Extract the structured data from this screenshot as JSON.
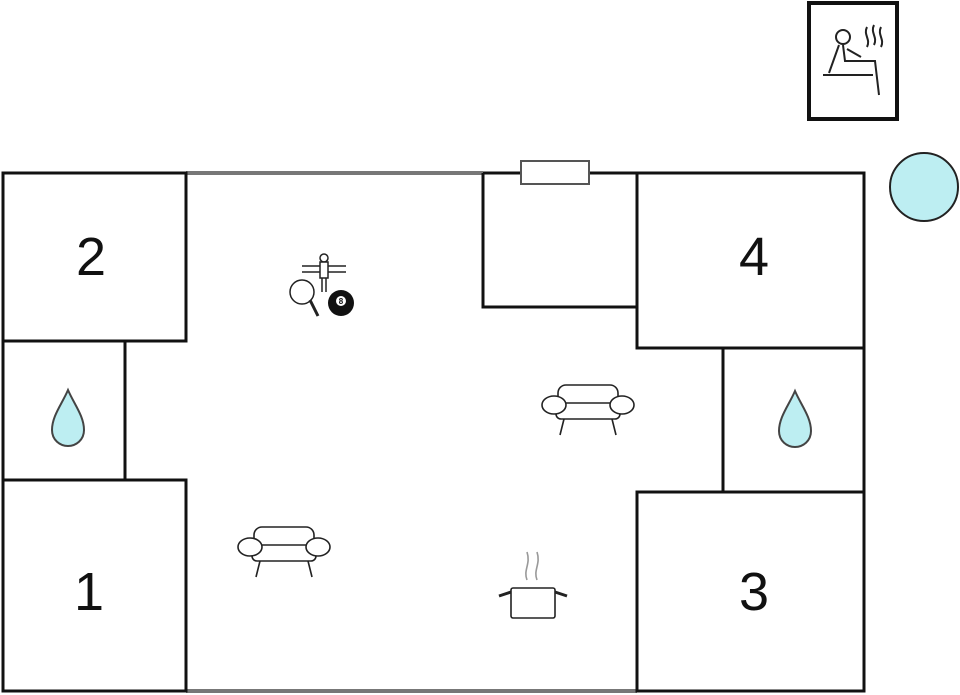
{
  "rooms": [
    {
      "id": "bedroom-1",
      "label": "1"
    },
    {
      "id": "bedroom-2",
      "label": "2"
    },
    {
      "id": "bedroom-3",
      "label": "3"
    },
    {
      "id": "bedroom-4",
      "label": "4"
    }
  ],
  "icons": {
    "bathroom": "water-drop-icon",
    "sofa": "sofa-icon",
    "kitchen": "cooking-pot-icon",
    "games": "games-icon",
    "sauna": "sauna-icon",
    "pool": "pool-icon"
  },
  "colors": {
    "water": "#bdeef2",
    "wall": "#111111",
    "outer_wall": "#777777"
  }
}
